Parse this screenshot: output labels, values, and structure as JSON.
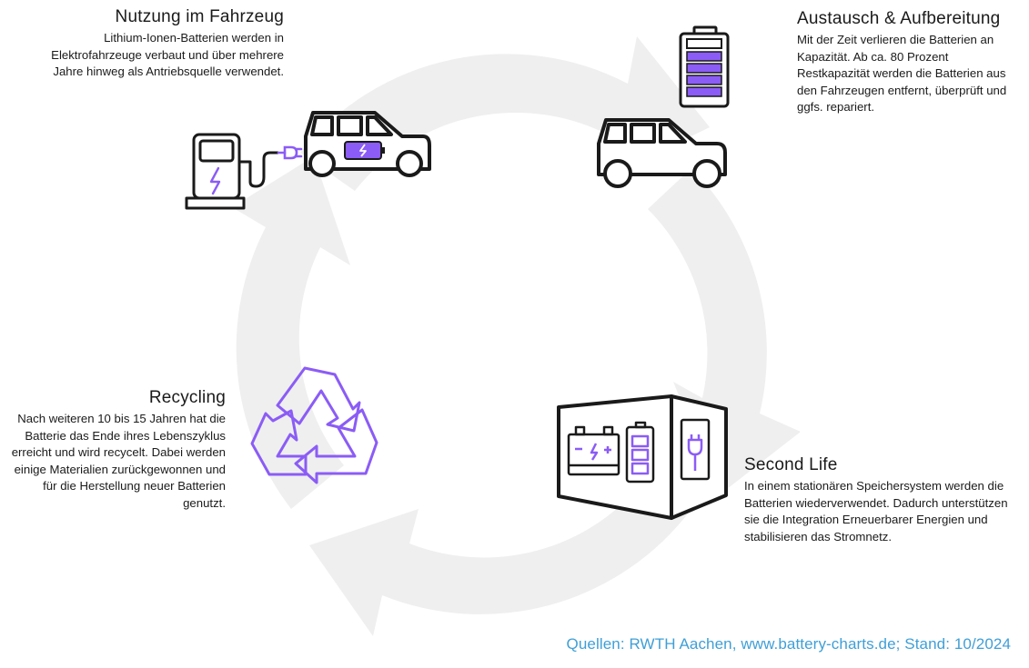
{
  "colors": {
    "cycle_arrows": "#efefef",
    "icon_stroke": "#1a1a1a",
    "accent_purple": "#8b5cf6",
    "source_blue": "#3f9fd7"
  },
  "stages": {
    "usage": {
      "title": "Nutzung im Fahrzeug",
      "text": "Lithium-Ionen-Batterien werden in Elektrofahrzeuge verbaut und über mehrere Jahre hinweg als Antriebsquelle verwendet.",
      "icons": [
        "charging-station-icon",
        "electric-car-icon"
      ]
    },
    "exchange": {
      "title": "Austausch & Aufbereitung",
      "text": "Mit der Zeit verlieren die Batterien an Kapazität. Ab ca. 80 Prozent Restkapazität werden die Batterien aus den Fahrzeugen entfernt, überprüft und ggfs. repariert.",
      "icons": [
        "battery-level-icon",
        "car-icon"
      ]
    },
    "second_life": {
      "title": "Second Life",
      "text": "In einem stationären Speichersystem werden die Batterien wiederverwendet. Dadurch unterstützen sie die Integration Erneuerbarer Energien und stabilisieren das Stromnetz.",
      "icons": [
        "storage-container-icon"
      ]
    },
    "recycling": {
      "title": "Recycling",
      "text": "Nach weiteren 10 bis 15 Jahren hat die Batterie das Ende ihres Lebenszyklus erreicht und wird recycelt. Dabei werden einige Materialien zurückgewonnen und für die Herstellung neuer Batterien genutzt.",
      "icons": [
        "recycling-icon"
      ]
    }
  },
  "source": "Quellen: RWTH Aachen, www.battery-charts.de; Stand: 10/2024"
}
